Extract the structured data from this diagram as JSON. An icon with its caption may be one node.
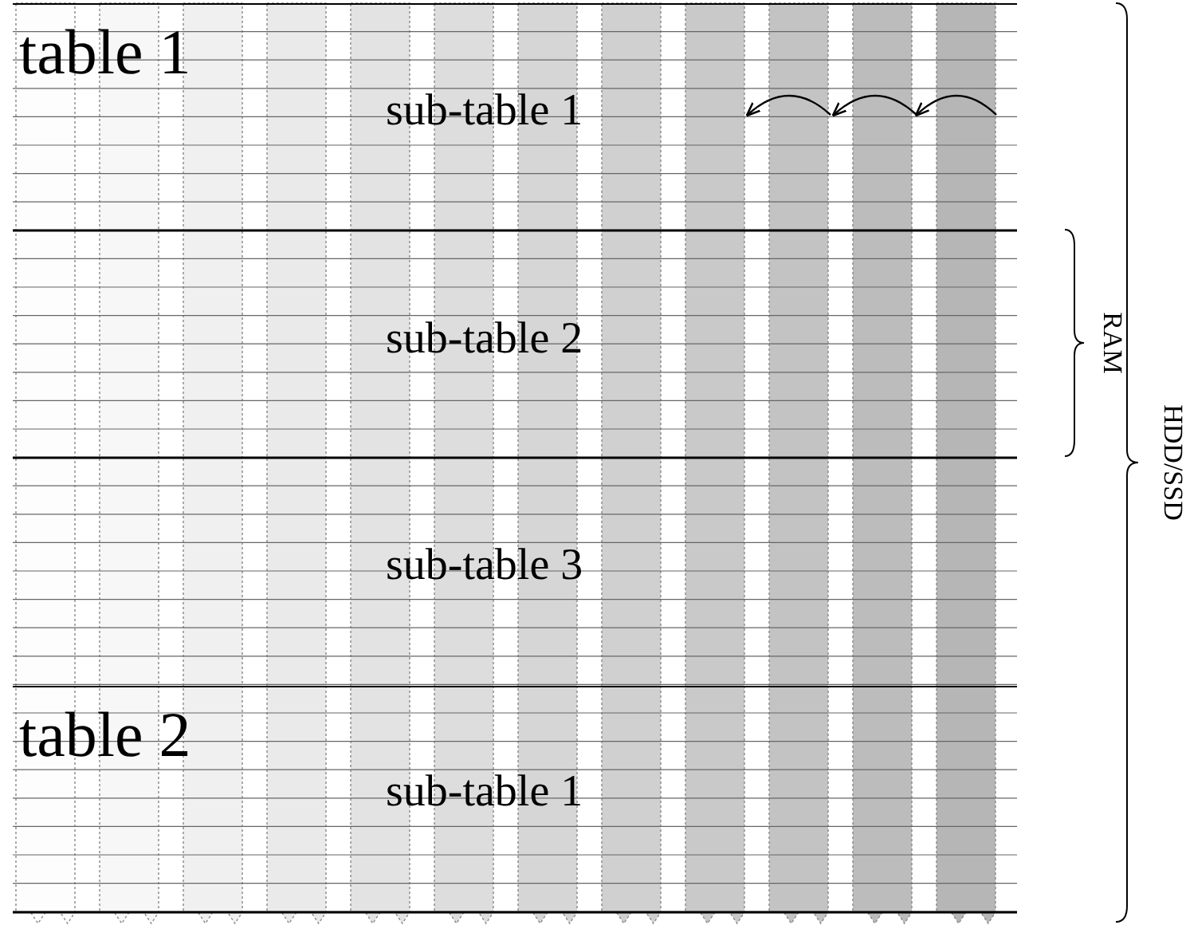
{
  "diagram": {
    "nodes": [
      {
        "text": [
          "table 1"
        ]
      },
      {
        "text": [
          "sub-table 1"
        ],
        "in": 0
      },
      {
        "text": [
          "sub-table 2"
        ],
        "in": 0
      },
      {
        "text": [
          "sub-table 3"
        ],
        "in": 0
      },
      {
        "text": [
          "table 2"
        ]
      },
      {
        "text": [
          "sub-table 1"
        ],
        "in": 4
      }
    ],
    "labels": [
      "RAM",
      "HDD/SSD"
    ]
  }
}
